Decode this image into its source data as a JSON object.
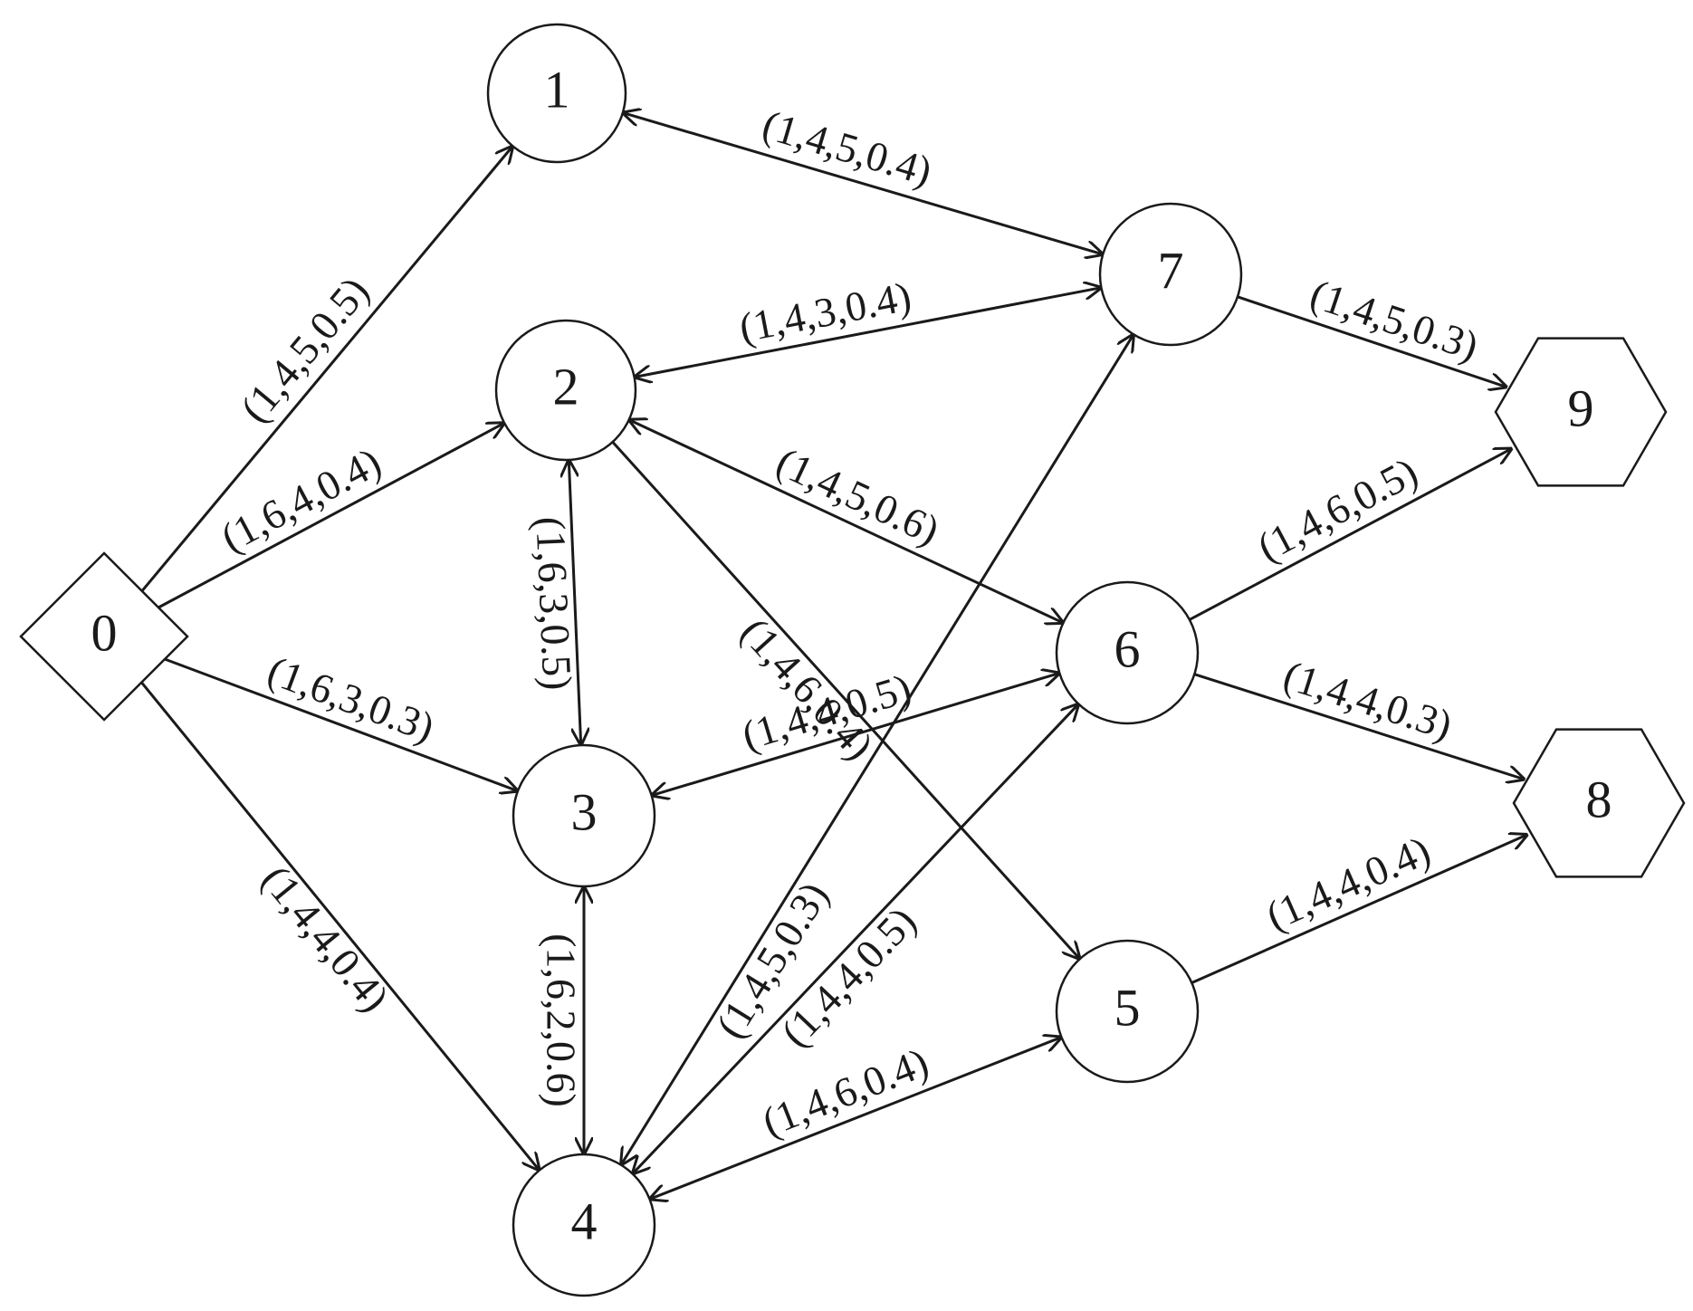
{
  "diagram": {
    "nodes": [
      {
        "id": "0",
        "label": "0",
        "shape": "diamond"
      },
      {
        "id": "1",
        "label": "1",
        "shape": "circle"
      },
      {
        "id": "2",
        "label": "2",
        "shape": "circle"
      },
      {
        "id": "3",
        "label": "3",
        "shape": "circle"
      },
      {
        "id": "4",
        "label": "4",
        "shape": "circle"
      },
      {
        "id": "5",
        "label": "5",
        "shape": "circle"
      },
      {
        "id": "6",
        "label": "6",
        "shape": "circle"
      },
      {
        "id": "7",
        "label": "7",
        "shape": "circle"
      },
      {
        "id": "8",
        "label": "8",
        "shape": "hexagon"
      },
      {
        "id": "9",
        "label": "9",
        "shape": "hexagon"
      }
    ],
    "edges": [
      {
        "from": "0",
        "to": "1",
        "label": "(1,4,5,0.5)",
        "bidirectional": false
      },
      {
        "from": "0",
        "to": "2",
        "label": "(1,6,4,0.4)",
        "bidirectional": false
      },
      {
        "from": "0",
        "to": "3",
        "label": "(1,6,3,0.3)",
        "bidirectional": false
      },
      {
        "from": "0",
        "to": "4",
        "label": "(1,4,4,0.4)",
        "bidirectional": false
      },
      {
        "from": "1",
        "to": "7",
        "label": "(1,4,5,0.4)",
        "bidirectional": true
      },
      {
        "from": "2",
        "to": "7",
        "label": "(1,4,3,0.4)",
        "bidirectional": true
      },
      {
        "from": "2",
        "to": "6",
        "label": "(1,4,5,0.6)",
        "bidirectional": true
      },
      {
        "from": "2",
        "to": "5",
        "label": "(1,4,6,0.4)",
        "bidirectional": false
      },
      {
        "from": "2",
        "to": "3",
        "label": "(1,6,3,0.5)",
        "bidirectional": true
      },
      {
        "from": "3",
        "to": "6",
        "label": "(1,4,4,0.5)",
        "bidirectional": true
      },
      {
        "from": "3",
        "to": "4",
        "label": "(1,6,2,0.6)",
        "bidirectional": true
      },
      {
        "from": "4",
        "to": "7",
        "label": "(1,4,5,0.3)",
        "bidirectional": true
      },
      {
        "from": "4",
        "to": "6",
        "label": "(1,4,4,0.5)",
        "bidirectional": true
      },
      {
        "from": "4",
        "to": "5",
        "label": "(1,4,6,0.4)",
        "bidirectional": true
      },
      {
        "from": "7",
        "to": "9",
        "label": "(1,4,5,0.3)",
        "bidirectional": false
      },
      {
        "from": "6",
        "to": "9",
        "label": "(1,4,6,0.5)",
        "bidirectional": false
      },
      {
        "from": "6",
        "to": "8",
        "label": "(1,4,4,0.3)",
        "bidirectional": false
      },
      {
        "from": "5",
        "to": "8",
        "label": "(1,4,4,0.4)",
        "bidirectional": false
      }
    ]
  }
}
